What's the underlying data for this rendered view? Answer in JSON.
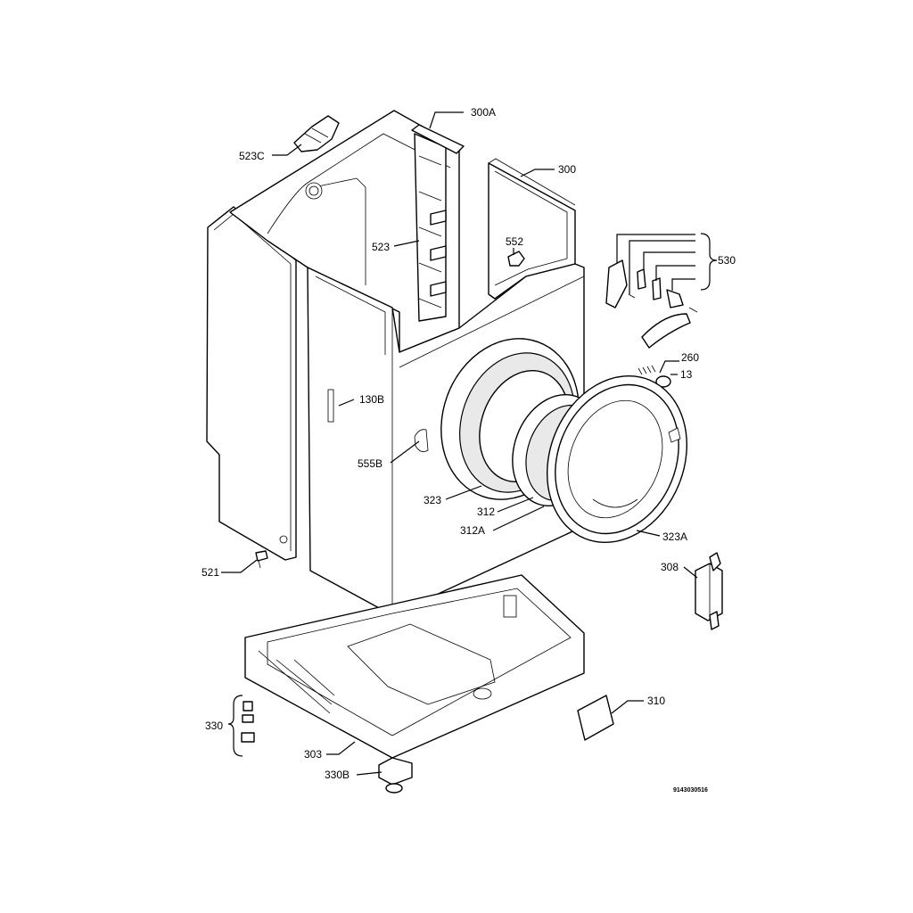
{
  "diagram": {
    "labels": {
      "l300A": "300A",
      "l523C": "523C",
      "l300": "300",
      "l523": "523",
      "l552": "552",
      "l530": "530",
      "l260": "260",
      "l13": "13",
      "l130B": "130B",
      "l555B": "555B",
      "l323": "323",
      "l312": "312",
      "l312A": "312A",
      "l323A": "323A",
      "l308": "308",
      "l521": "521",
      "l330": "330",
      "l303": "303",
      "l330B": "330B",
      "l310": "310"
    },
    "document_number": "9143030516"
  }
}
